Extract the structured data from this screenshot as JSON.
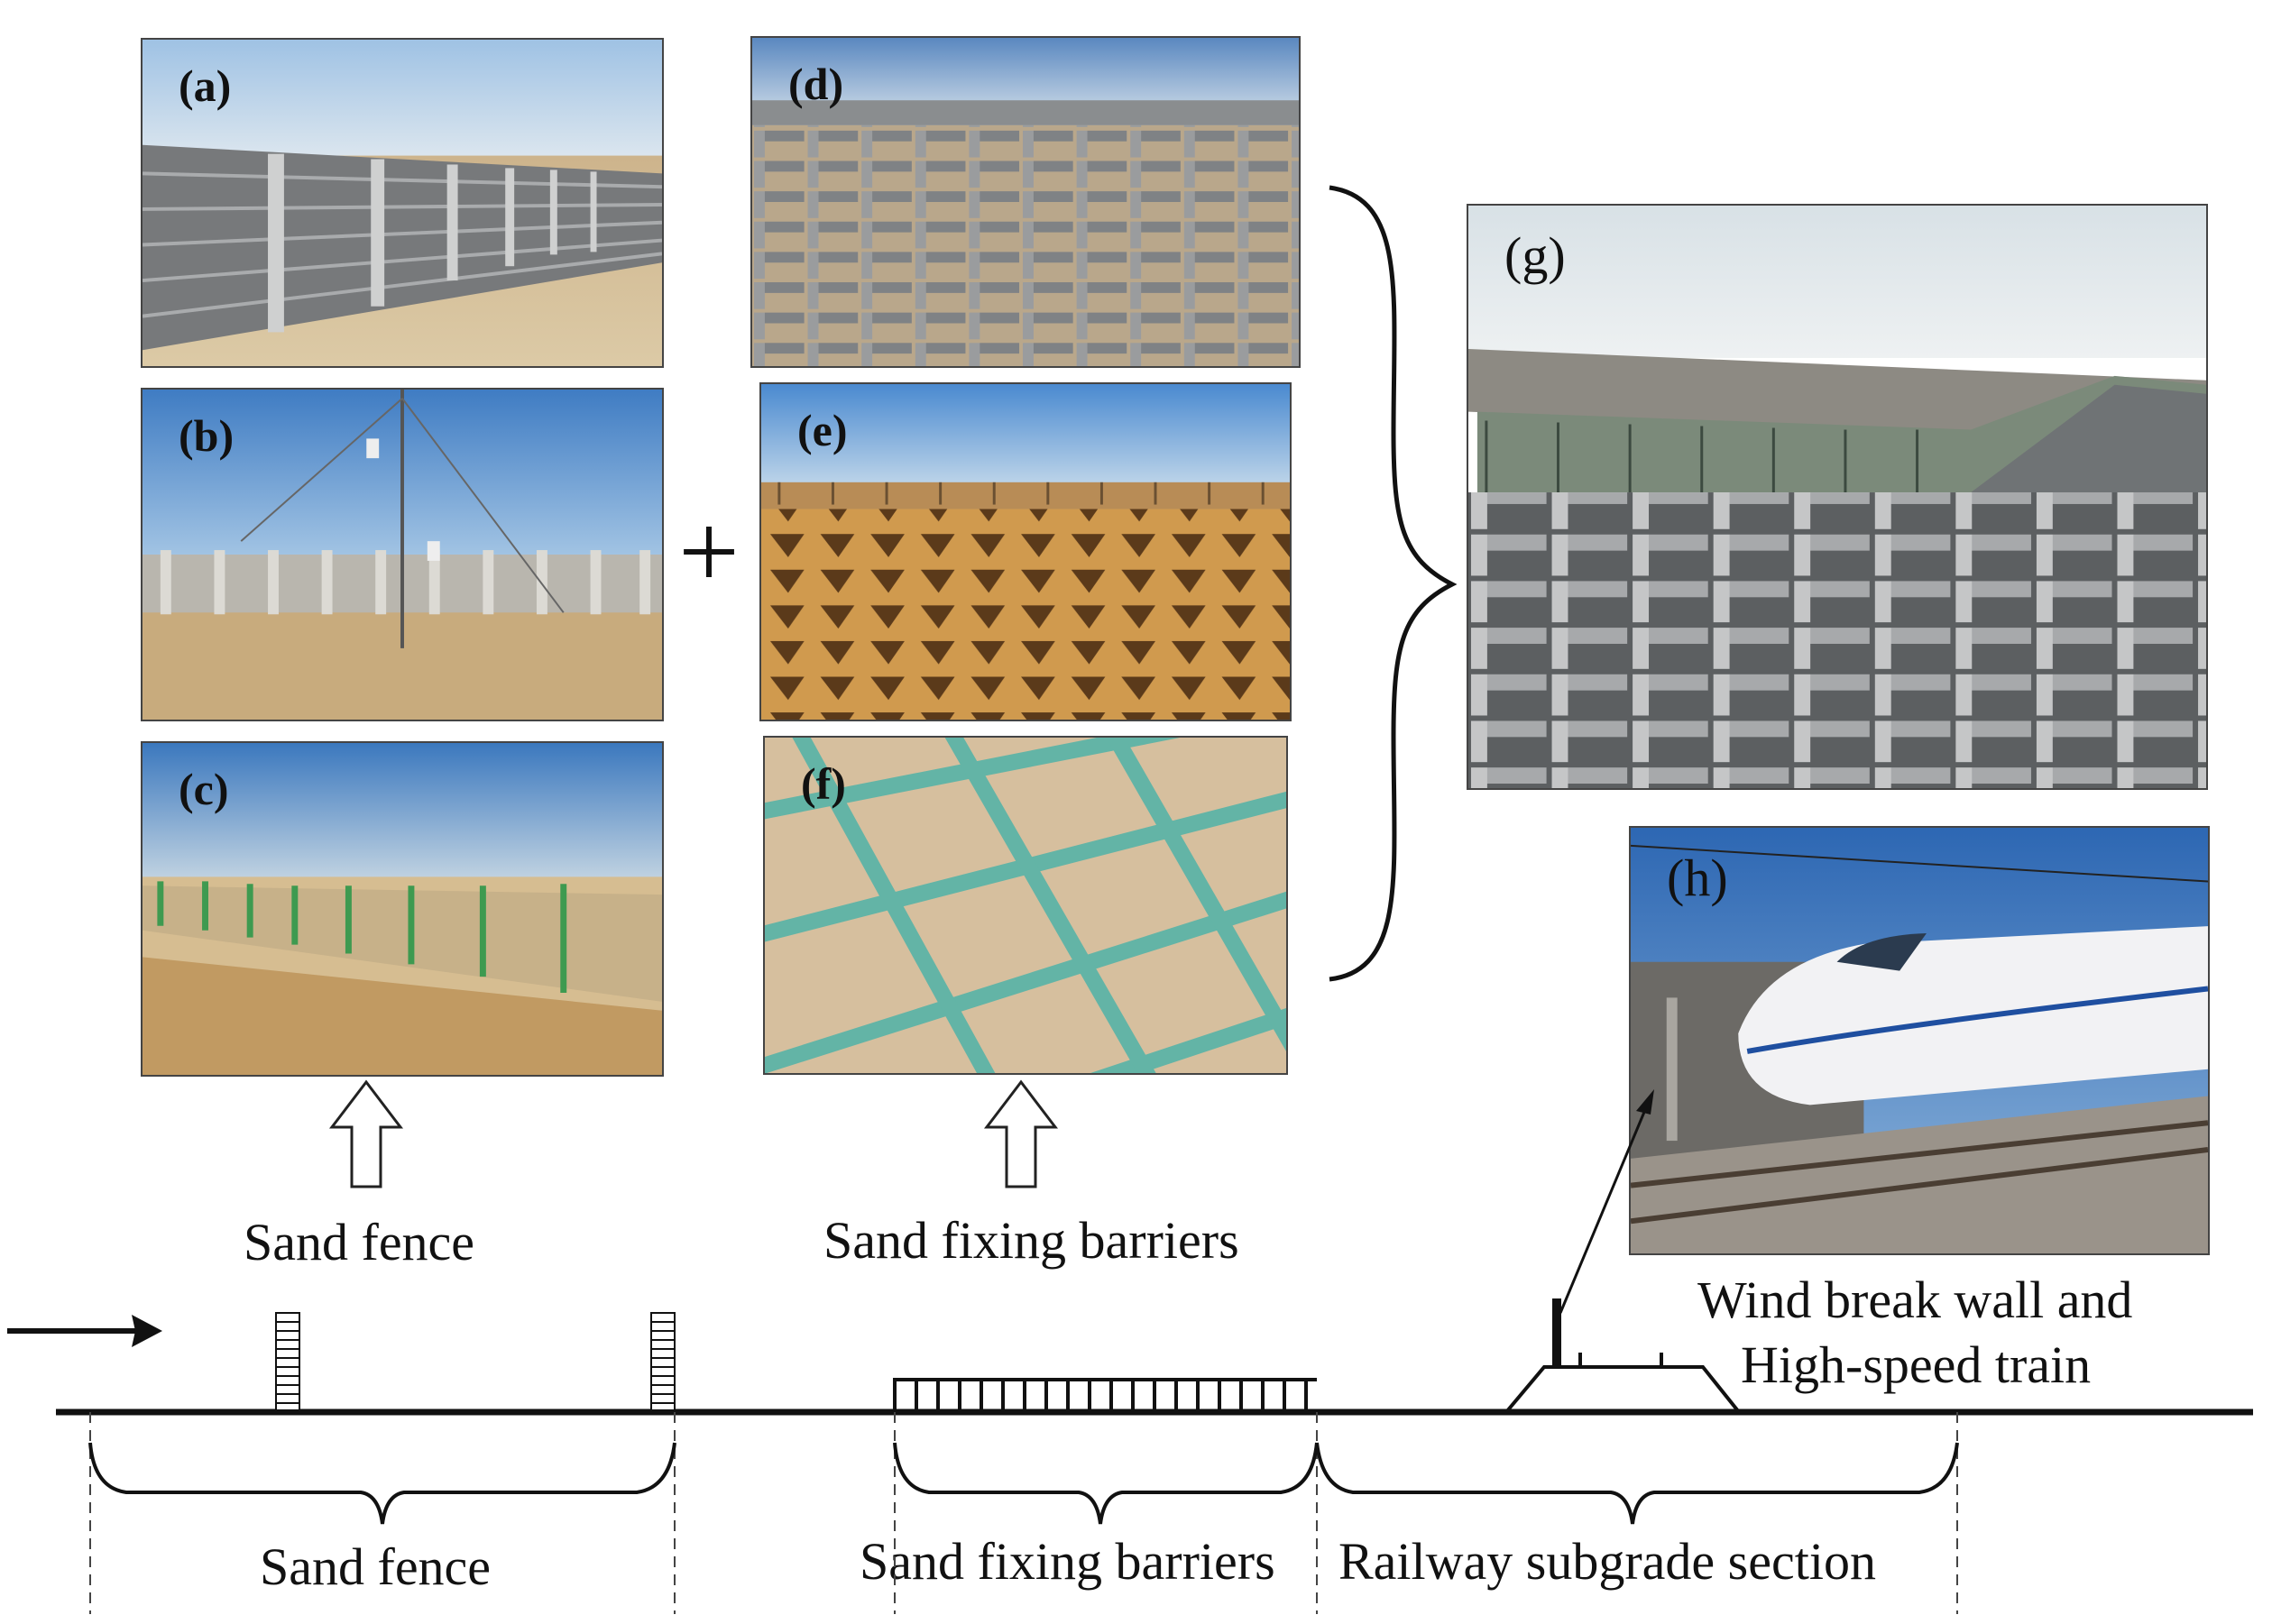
{
  "panels": {
    "a": "(a)",
    "b": "(b)",
    "c": "(c)",
    "d": "(d)",
    "e": "(e)",
    "f": "(f)",
    "g": "(g)",
    "h": "(h)"
  },
  "captions": {
    "sand_fence_top": "Sand fence",
    "sand_fixing_top": "Sand fixing barriers",
    "windbreak_line1": "Wind break wall and",
    "windbreak_line2": "High-speed train",
    "sand_fence_bottom": "Sand fence",
    "sand_fixing_bottom": "Sand fixing barriers",
    "railway_bottom": "Railway subgrade section"
  },
  "symbols": {
    "plus": "+"
  },
  "colors": {
    "sky": "#8fb6dc",
    "sand": "#c9a56c",
    "concrete": "#8a8c8e",
    "net": "#4fb3a8",
    "train": "#f2f2f4"
  }
}
